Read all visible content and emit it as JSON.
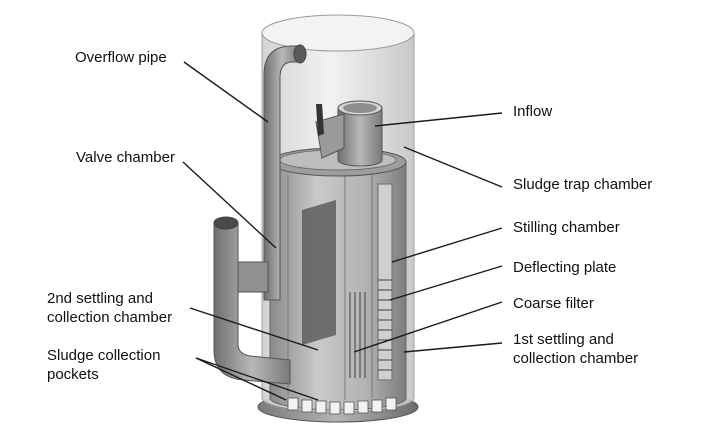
{
  "labels": {
    "overflow_pipe": "Overflow pipe",
    "valve_chamber": "Valve chamber",
    "second_settling_l1": "2nd settling and",
    "second_settling_l2": "collection chamber",
    "sludge_pockets_l1": "Sludge collection",
    "sludge_pockets_l2": "pockets",
    "inflow": "Inflow",
    "sludge_trap": "Sludge trap chamber",
    "stilling": "Stilling chamber",
    "deflecting": "Deflecting plate",
    "coarse_filter": "Coarse filter",
    "first_settling_l1": "1st settling and",
    "first_settling_l2": "collection chamber"
  },
  "colors": {
    "line": "#1a1a1a",
    "metal_light": "#d9d9d9",
    "metal_mid": "#a8a8a8",
    "metal_dark": "#6e6e6e",
    "glass": "#e9e9e9"
  }
}
